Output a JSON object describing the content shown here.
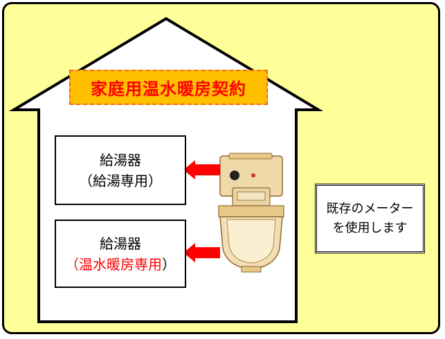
{
  "title": "家庭用温水暖房契約",
  "heaters": [
    {
      "name": "給湯器",
      "use_open": "（",
      "use": "給湯専用",
      "use_close": "）"
    },
    {
      "name": "給湯器",
      "use_open": "（",
      "use": "温水暖房専用",
      "use_close": "）"
    }
  ],
  "meter_note": {
    "line1": "既存のメーター",
    "line2": "を使用します"
  },
  "colors": {
    "background": "#FFFF99",
    "title_fill": "#FFC000",
    "title_text": "#FF0000",
    "arrow": "#FF0000",
    "meter_body": "#E8C98A"
  },
  "icons": [
    "gas-meter-icon",
    "arrow-left-icon"
  ]
}
